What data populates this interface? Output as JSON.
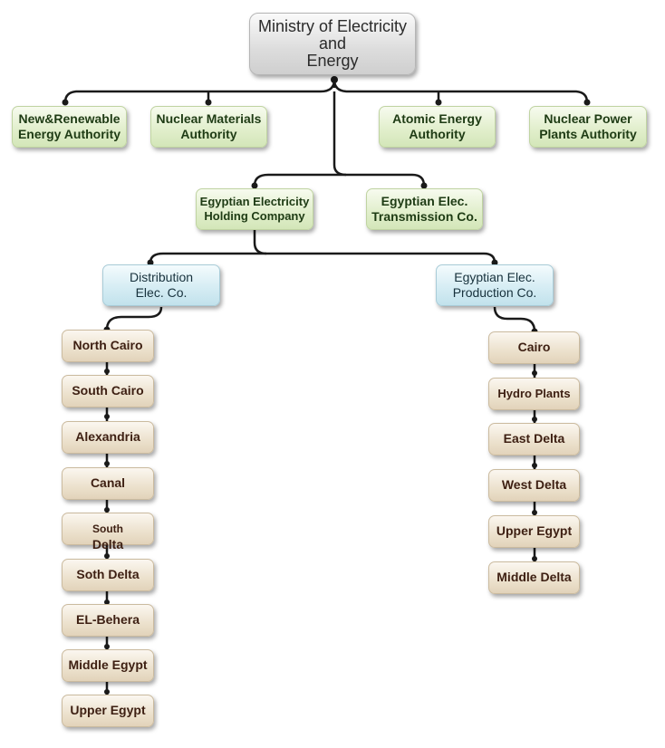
{
  "root": {
    "label": "Ministry of Electricity\nand\nEnergy"
  },
  "authorities": [
    {
      "label": "New&Renewable\nEnergy Authority"
    },
    {
      "label": "Nuclear Materials\nAuthority"
    },
    {
      "label": "Atomic Energy\nAuthority"
    },
    {
      "label": "Nuclear Power\nPlants Authority"
    }
  ],
  "companies": [
    {
      "label": "Egyptian Electricity\nHolding Company"
    },
    {
      "label": "Egyptian Elec.\nTransmission Co."
    }
  ],
  "divisions": [
    {
      "label": "Distribution\nElec. Co."
    },
    {
      "label": "Egyptian Elec.\nProduction Co."
    }
  ],
  "distribution_companies": [
    {
      "label": "North Cairo"
    },
    {
      "label": "South Cairo"
    },
    {
      "label": "Alexandria"
    },
    {
      "label": "Canal"
    },
    {
      "label_prefix": "South",
      "label_suffix": "Delta"
    },
    {
      "label": "Soth Delta"
    },
    {
      "label": "EL-Behera"
    },
    {
      "label": "Middle Egypt"
    },
    {
      "label": "Upper Egypt"
    }
  ],
  "production_companies": [
    {
      "label": "Cairo"
    },
    {
      "label": "Hydro Plants"
    },
    {
      "label": "East Delta"
    },
    {
      "label": "West Delta"
    },
    {
      "label": "Upper Egypt"
    },
    {
      "label": "Middle Delta"
    }
  ],
  "colors": {
    "connector": "#1a1a1a",
    "authority_fill": "#e2efcd",
    "division_fill": "#d6edf4",
    "company_fill": "#ece1cd",
    "root_fill": "#dcdcdc"
  }
}
